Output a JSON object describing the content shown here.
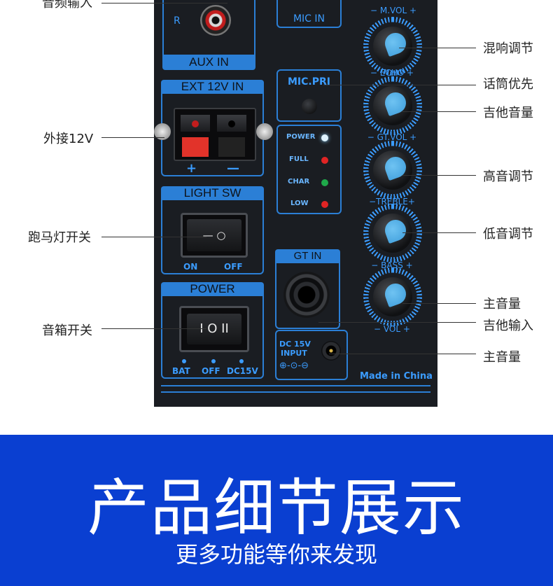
{
  "callouts_left": [
    {
      "id": "aux",
      "text": "音频输入"
    },
    {
      "id": "ext",
      "text": "外接12V"
    },
    {
      "id": "light",
      "text": "跑马灯开关"
    },
    {
      "id": "power",
      "text": "音箱开关"
    }
  ],
  "callouts_right": [
    {
      "id": "echo",
      "text": "混响调节"
    },
    {
      "id": "micpri",
      "text": "话筒优先"
    },
    {
      "id": "gtvol",
      "text": "吉他音量"
    },
    {
      "id": "treble",
      "text": "高音调节"
    },
    {
      "id": "bass",
      "text": "低音调节"
    },
    {
      "id": "vol",
      "text": "主音量"
    },
    {
      "id": "gtin",
      "text": "吉他输入"
    },
    {
      "id": "dc",
      "text": "主音量"
    }
  ],
  "panel": {
    "aux_r": "R",
    "aux_in": "AUX IN",
    "mic_in": "MIC IN",
    "ext_title": "EXT 12V IN",
    "plus": "+",
    "minus": "—",
    "light_title": "LIGHT SW",
    "light_on": "ON",
    "light_off": "OFF",
    "power_title": "POWER",
    "power_bat": "BAT",
    "power_off": "OFF",
    "power_dc": "DC15V",
    "micpri_title": "MIC.PRI",
    "gt_in": "GT IN",
    "dc_line1": "DC 15V",
    "dc_line2": "INPUT",
    "dc_symbol": "⊕-⊙-⊖",
    "made_in": "Made in China",
    "leds": [
      {
        "label": "POWER",
        "color": "#dff3ff"
      },
      {
        "label": "FULL",
        "color": "#e02424"
      },
      {
        "label": "CHAR",
        "color": "#1fa94a"
      },
      {
        "label": "LOW",
        "color": "#e02424"
      }
    ],
    "knob_labels": [
      "M.VOL",
      "ECHO",
      "GT.VOL",
      "TREBLE",
      "BASS",
      "VOL"
    ],
    "rocker_light": "—   ○",
    "rocker_power": "I O II"
  },
  "banner": {
    "title": "产品细节展示",
    "subtitle": "更多功能等你来发现",
    "color": "#0a3fd1"
  }
}
